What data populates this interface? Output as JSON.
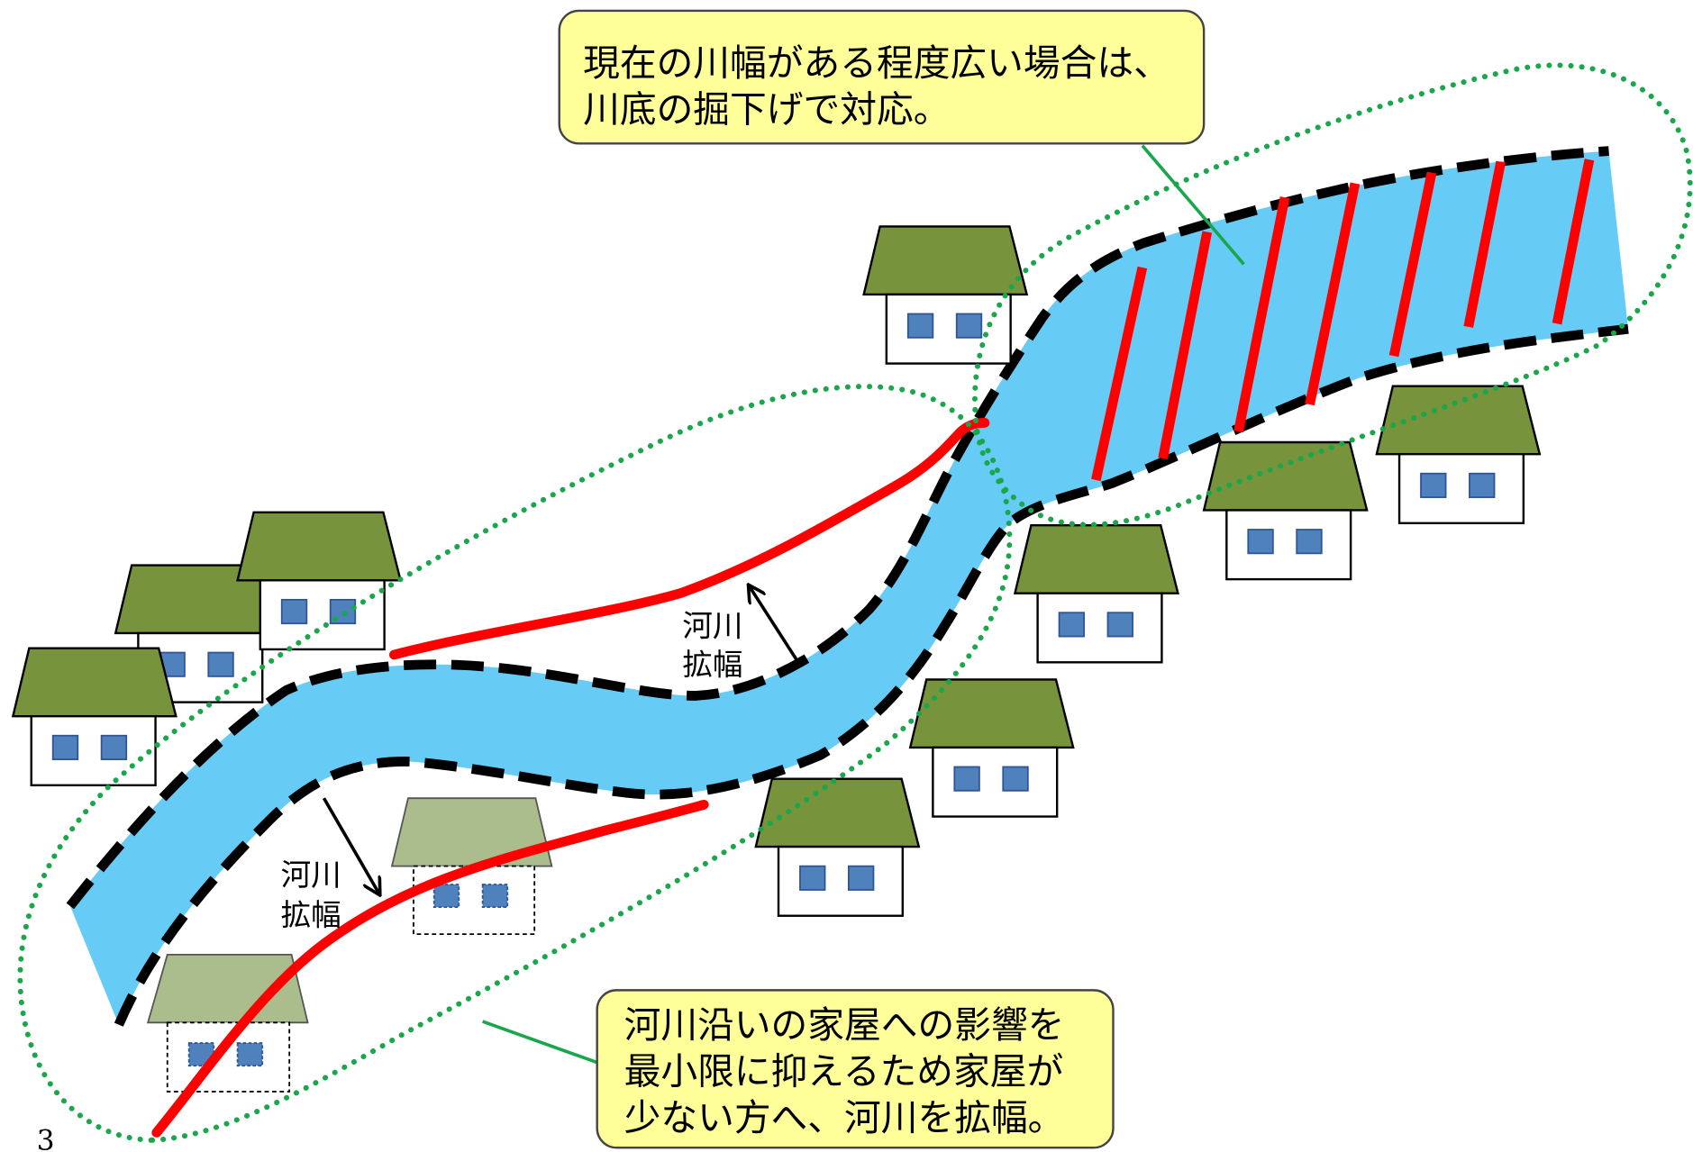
{
  "callouts": {
    "top": {
      "lines": [
        "現在の川幅がある程度広い場合は、",
        "川底の掘下げで対応。"
      ]
    },
    "bottom": {
      "lines": [
        "河川沿いの家屋への影響を",
        "最小限に抑えるため家屋が",
        "少ない方へ、河川を拡幅。"
      ]
    }
  },
  "labels": {
    "widen_upper": [
      "河川",
      "拡幅"
    ],
    "widen_lower": [
      "河川",
      "拡幅"
    ]
  },
  "page_number": "3",
  "colors": {
    "river": "#66ccf5",
    "bank-new": "#ff0000",
    "roof": "#77933c",
    "roof-faded": "#abbd8c",
    "window": "#4f81bd",
    "callout-fill": "#ffff99",
    "guide": "#1aa64a"
  }
}
